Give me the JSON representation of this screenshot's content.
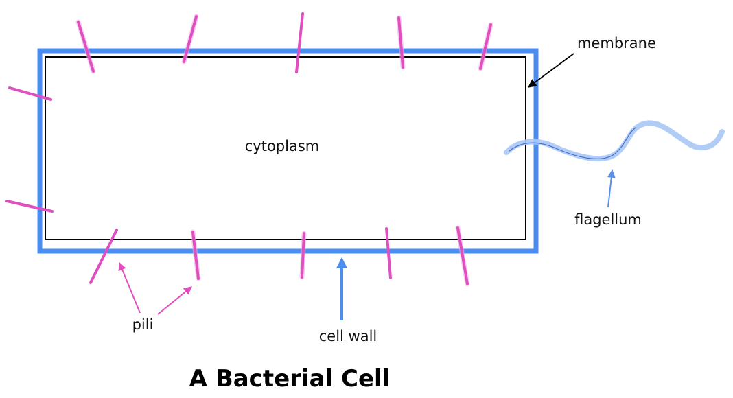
{
  "title": "A Bacterial Cell",
  "labels": {
    "membrane": "membrane",
    "cytoplasm": "cytoplasm",
    "flagellum": "flagellum",
    "pili": "pili",
    "cell_wall": "cell wall"
  },
  "colors": {
    "cell_wall": "#4a8cf0",
    "membrane": "#000000",
    "pili": "#e04fc0",
    "flagellum": "#a9c8f5",
    "flagellum_core": "#2c55c8",
    "flagellum_arrow": "#5b8fe8",
    "cell_wall_arrow": "#4a8cf0",
    "pili_arrow": "#e04fc0",
    "membrane_arrow": "#000000"
  }
}
